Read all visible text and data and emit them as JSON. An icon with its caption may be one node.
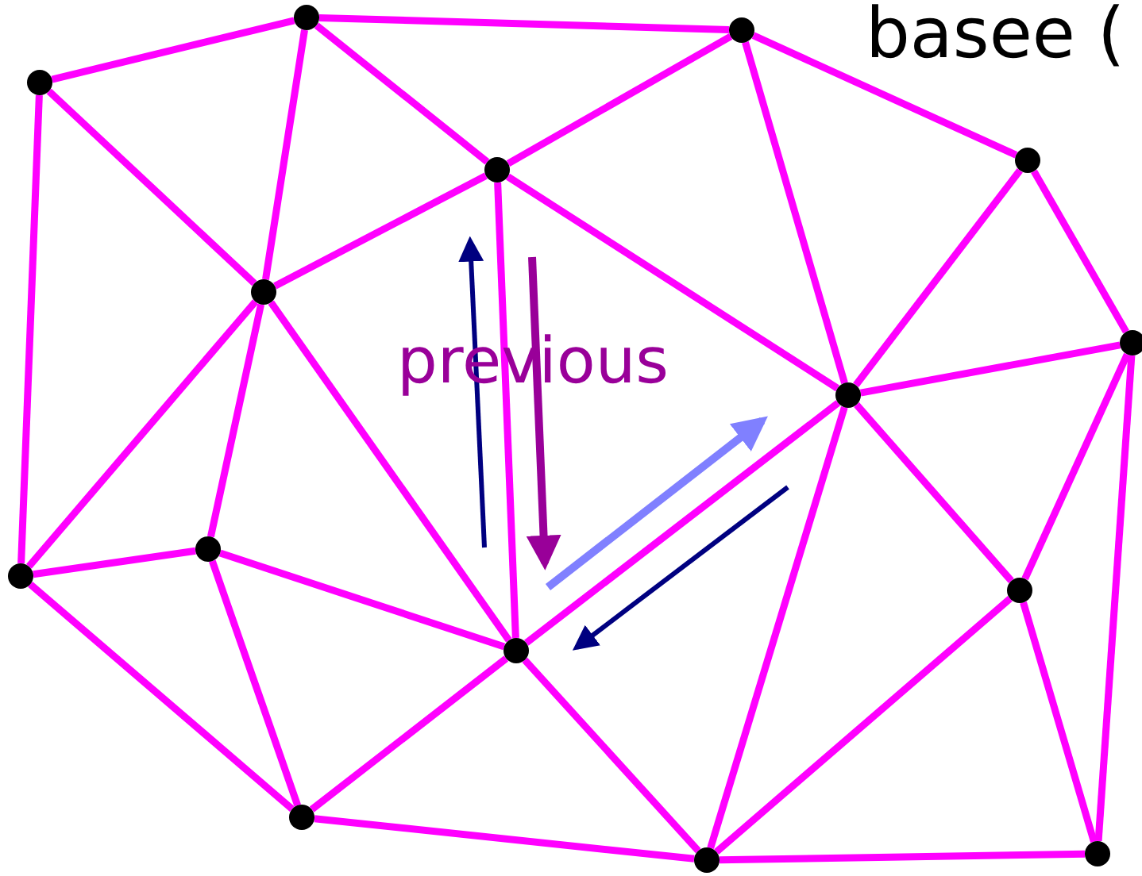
{
  "diagram": {
    "nodes": [
      {
        "text": [],
        "shape": "circle"
      },
      {
        "text": [],
        "shape": "circle"
      },
      {
        "text": [],
        "shape": "circle"
      },
      {
        "text": [],
        "shape": "circle"
      },
      {
        "text": [],
        "shape": "circle"
      },
      {
        "text": [],
        "shape": "circle"
      },
      {
        "text": [],
        "shape": "circle"
      },
      {
        "text": [],
        "shape": "circle"
      },
      {
        "text": [],
        "shape": "circle"
      },
      {
        "text": [],
        "shape": "circle"
      },
      {
        "text": [],
        "shape": "circle"
      },
      {
        "text": [],
        "shape": "circle"
      },
      {
        "text": [],
        "shape": "circle"
      },
      {
        "text": [],
        "shape": "circle"
      },
      {
        "text": [],
        "shape": "circle"
      }
    ],
    "edges": [
      {
        "from": 2,
        "to": 0,
        "arrow": "none"
      },
      {
        "from": 2,
        "to": 5,
        "arrow": "none"
      },
      {
        "from": 2,
        "to": 9,
        "arrow": "none"
      },
      {
        "from": 0,
        "to": 1,
        "arrow": "none"
      },
      {
        "from": 0,
        "to": 4,
        "arrow": "none"
      },
      {
        "from": 0,
        "to": 5,
        "arrow": "none"
      },
      {
        "from": 1,
        "to": 4,
        "arrow": "none"
      },
      {
        "from": 1,
        "to": 7,
        "arrow": "none"
      },
      {
        "from": 1,
        "to": 3,
        "arrow": "none"
      },
      {
        "from": 4,
        "to": 5,
        "arrow": "none"
      },
      {
        "from": 4,
        "to": 7,
        "arrow": "none"
      },
      {
        "from": 4,
        "to": 11,
        "arrow": "none"
      },
      {
        "from": 3,
        "to": 7,
        "arrow": "none"
      },
      {
        "from": 3,
        "to": 6,
        "arrow": "none"
      },
      {
        "from": 5,
        "to": 9,
        "arrow": "none"
      },
      {
        "from": 5,
        "to": 8,
        "arrow": "none"
      },
      {
        "from": 5,
        "to": 11,
        "arrow": "none"
      },
      {
        "from": 7,
        "to": 6,
        "arrow": "none"
      },
      {
        "from": 7,
        "to": 11,
        "arrow": "none"
      },
      {
        "from": 7,
        "to": 14,
        "arrow": "none"
      },
      {
        "from": 7,
        "to": 10,
        "arrow": "none"
      },
      {
        "from": 6,
        "to": 10,
        "arrow": "none"
      },
      {
        "from": 6,
        "to": 13,
        "arrow": "none"
      },
      {
        "from": 8,
        "to": 9,
        "arrow": "none"
      },
      {
        "from": 8,
        "to": 11,
        "arrow": "none"
      },
      {
        "from": 8,
        "to": 12,
        "arrow": "none"
      },
      {
        "from": 9,
        "to": 12,
        "arrow": "none"
      },
      {
        "from": 11,
        "to": 12,
        "arrow": "none"
      },
      {
        "from": 11,
        "to": 14,
        "arrow": "none"
      },
      {
        "from": 10,
        "to": 14,
        "arrow": "none"
      },
      {
        "from": 10,
        "to": 13,
        "arrow": "none"
      },
      {
        "from": 12,
        "to": 14,
        "arrow": "none"
      },
      {
        "from": 14,
        "to": 13,
        "arrow": "none"
      }
    ],
    "labels": [
      "basee (",
      "previous"
    ]
  }
}
